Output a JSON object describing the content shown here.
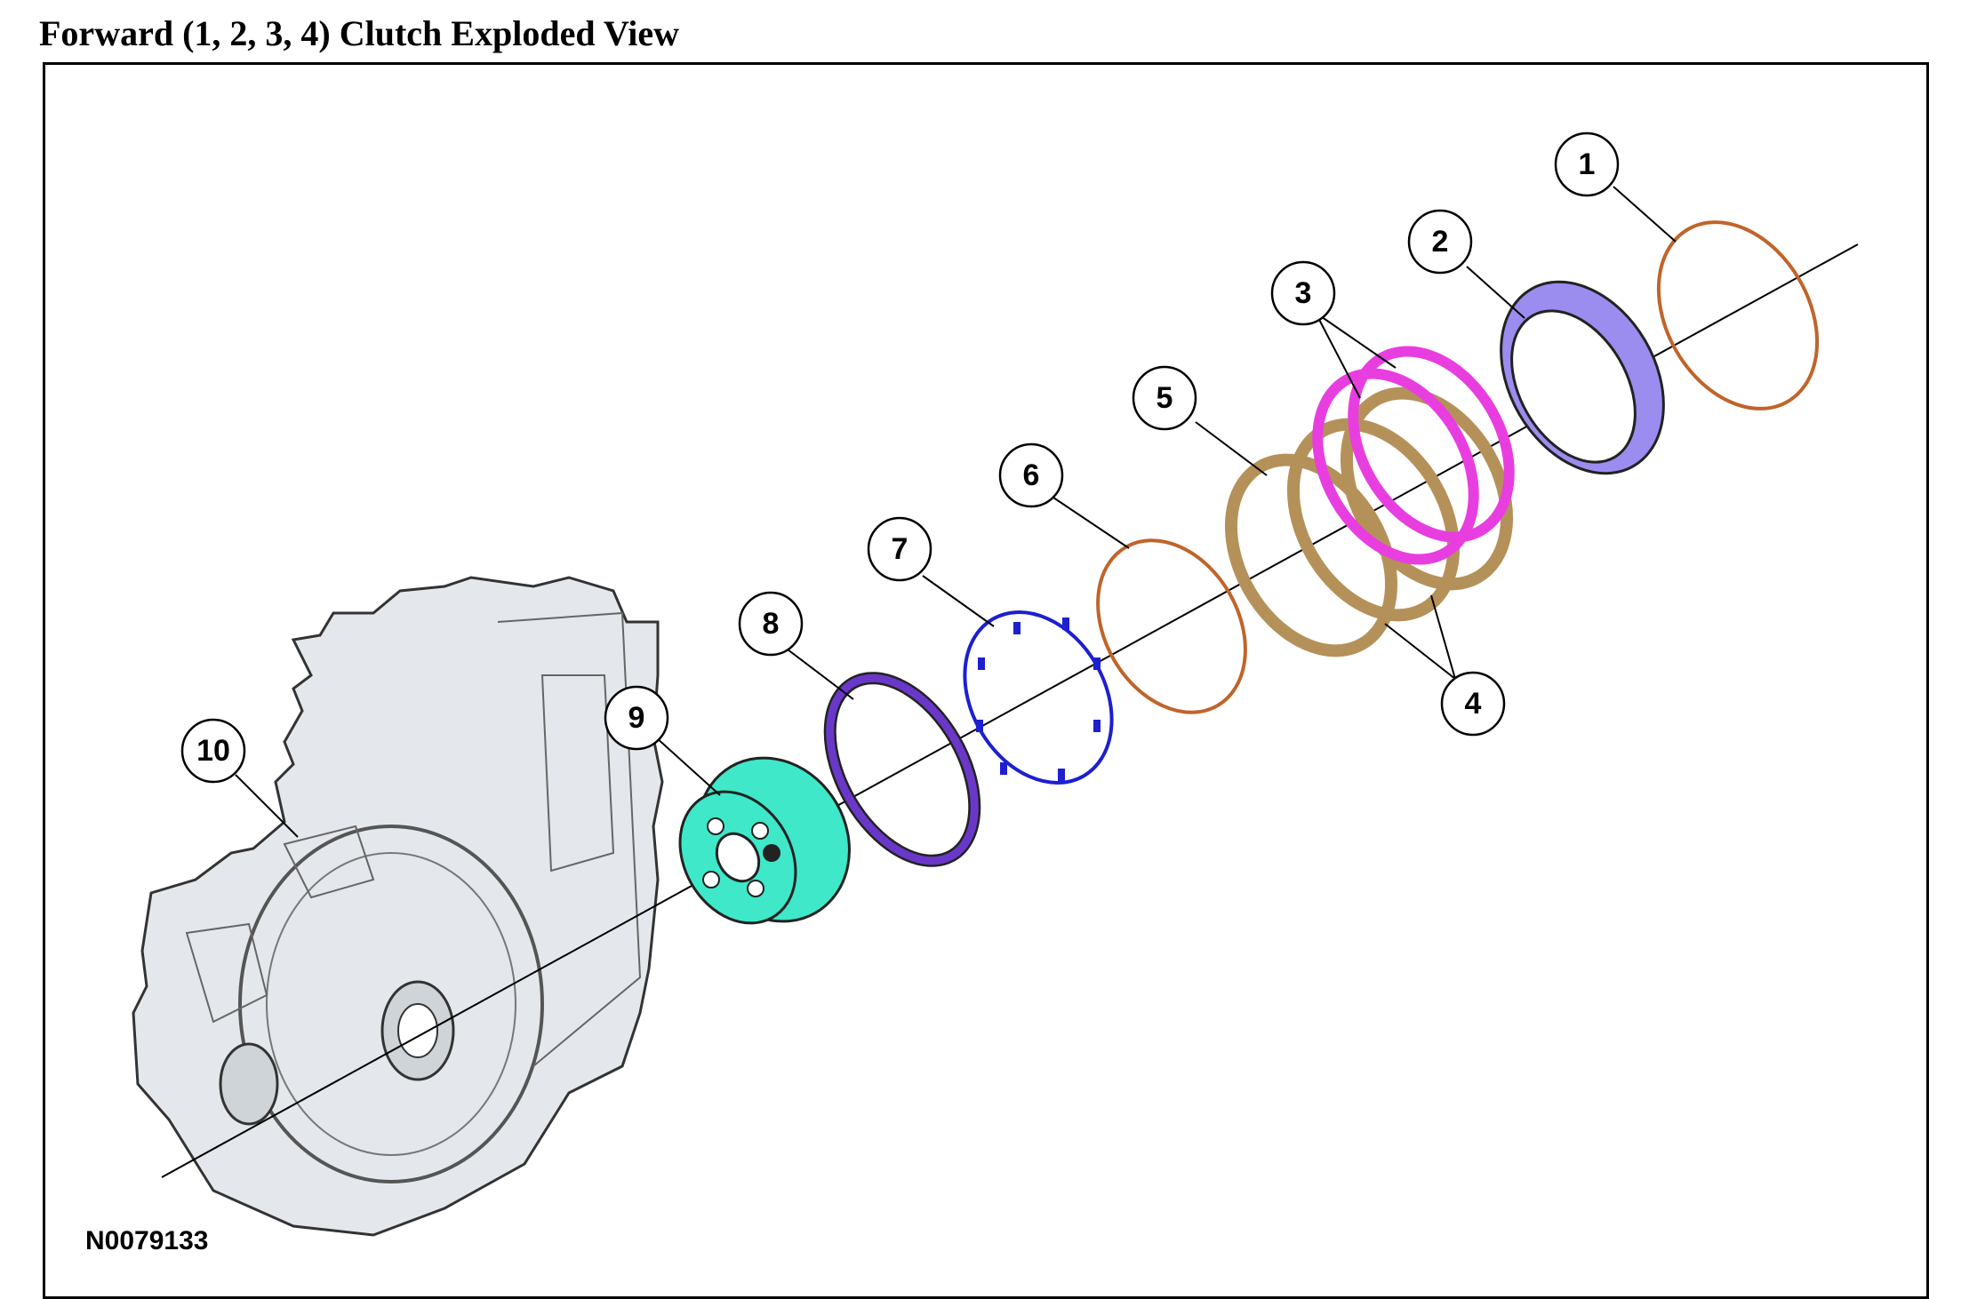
{
  "title": "Forward (1, 2, 3, 4) Clutch Exploded View",
  "figure_id": "N0079133",
  "callouts": [
    "1",
    "2",
    "3",
    "3",
    "4",
    "5",
    "6",
    "7",
    "8",
    "9",
    "10"
  ],
  "colors": {
    "snap_ring": "#c0642a",
    "pressure_plate": "#9b8cf0",
    "steel_plate": "#e83ee0",
    "friction_plate": "#b5915a",
    "piston_ring": "#1d1fd0",
    "seal": "#6a38c8",
    "hub": "#3ee8c8",
    "case": "#e4e8ec"
  }
}
